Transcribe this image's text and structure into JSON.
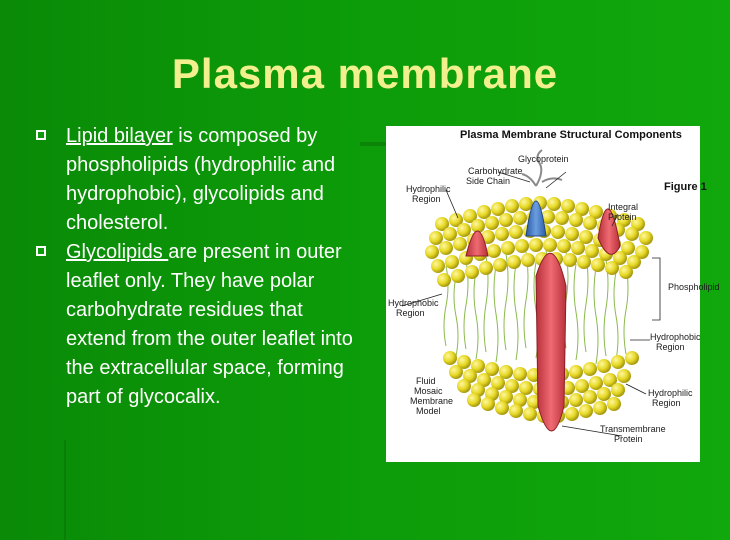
{
  "slide": {
    "title": "Plasma membrane",
    "bullets": [
      {
        "underlined": "Lipid bilayer",
        "rest": " is composed by phospholipids (hydrophilic and hydrophobic), glycolipids and cholesterol."
      },
      {
        "underlined": "Glycolipids ",
        "rest": "are present in outer leaflet only. They have polar carbohydrate residues that extend from the outer leaflet into the extracellular space, forming part of glycocalix."
      }
    ]
  },
  "figure": {
    "title": "Plasma Membrane Structural Components",
    "figure_label": "Figure 1",
    "labels": {
      "glycoprotein": "Glycoprotein",
      "carbohydrate_1": "Carbohydrate",
      "carbohydrate_2": "Side Chain",
      "hydrophilic_top_1": "Hydrophilic",
      "hydrophilic_top_2": "Region",
      "integral_1": "Integral",
      "integral_2": "Protein",
      "phospholipid": "Phospholipid",
      "hydrophobic_left_1": "Hydrophobic",
      "hydrophobic_left_2": "Region",
      "hydrophobic_right_1": "Hydrophobic",
      "hydrophobic_right_2": "Region",
      "fluid_1": "Fluid",
      "fluid_2": "Mosaic",
      "fluid_3": "Membrane",
      "fluid_4": "Model",
      "hydrophilic_bottom_1": "Hydrophilic",
      "hydrophilic_bottom_2": "Region",
      "transmembrane_1": "Transmembrane",
      "transmembrane_2": "Protein"
    }
  },
  "colors": {
    "background": "#0c9909",
    "title": "#f2f08e",
    "text": "#ffffff",
    "head_groups": "#e8dc2a",
    "protein_red": "#d94b55",
    "protein_blue": "#3f78c8"
  }
}
